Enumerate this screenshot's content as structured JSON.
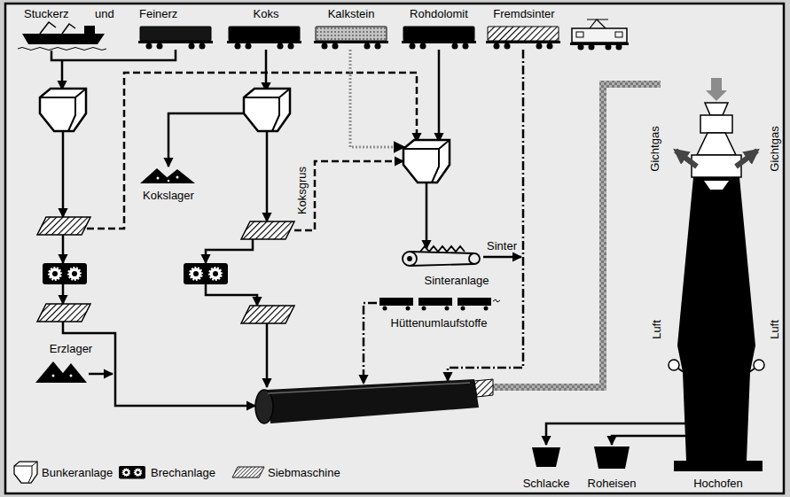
{
  "diagram": {
    "nodes": [
      {
        "text": [
          "Stuckerz"
        ]
      },
      {
        "text": [
          "Feinerz"
        ]
      },
      {
        "text": [
          "Koks"
        ]
      },
      {
        "text": [
          "Kalkstein"
        ]
      },
      {
        "text": [
          "Rohdolomit"
        ]
      },
      {
        "text": [
          "Fremdsinter"
        ]
      },
      {
        "text": [
          "Kokslager"
        ]
      },
      {
        "text": [
          "Sinteranlage"
        ]
      },
      {
        "text": [
          "Hüttenumlaufstoffe"
        ]
      },
      {
        "text": [
          "Erzlager"
        ]
      },
      {
        "text": [
          "Schlacke"
        ]
      },
      {
        "text": [
          "Roheisen"
        ]
      },
      {
        "text": [
          "Hochofen"
        ]
      }
    ],
    "edges": [
      {
        "from": 12,
        "to": 10,
        "arrow": "to"
      },
      {
        "from": 12,
        "to": 11,
        "arrow": "to"
      }
    ],
    "labels": [
      "und",
      "Sinter",
      "Koksgrus",
      "Gichtgas",
      "Gichtgas",
      "Luft",
      "Luft"
    ],
    "legend": [
      {
        "text": "Bunkeranlage"
      },
      {
        "text": "Brechanlage"
      },
      {
        "text": "Siebmaschine"
      }
    ]
  }
}
